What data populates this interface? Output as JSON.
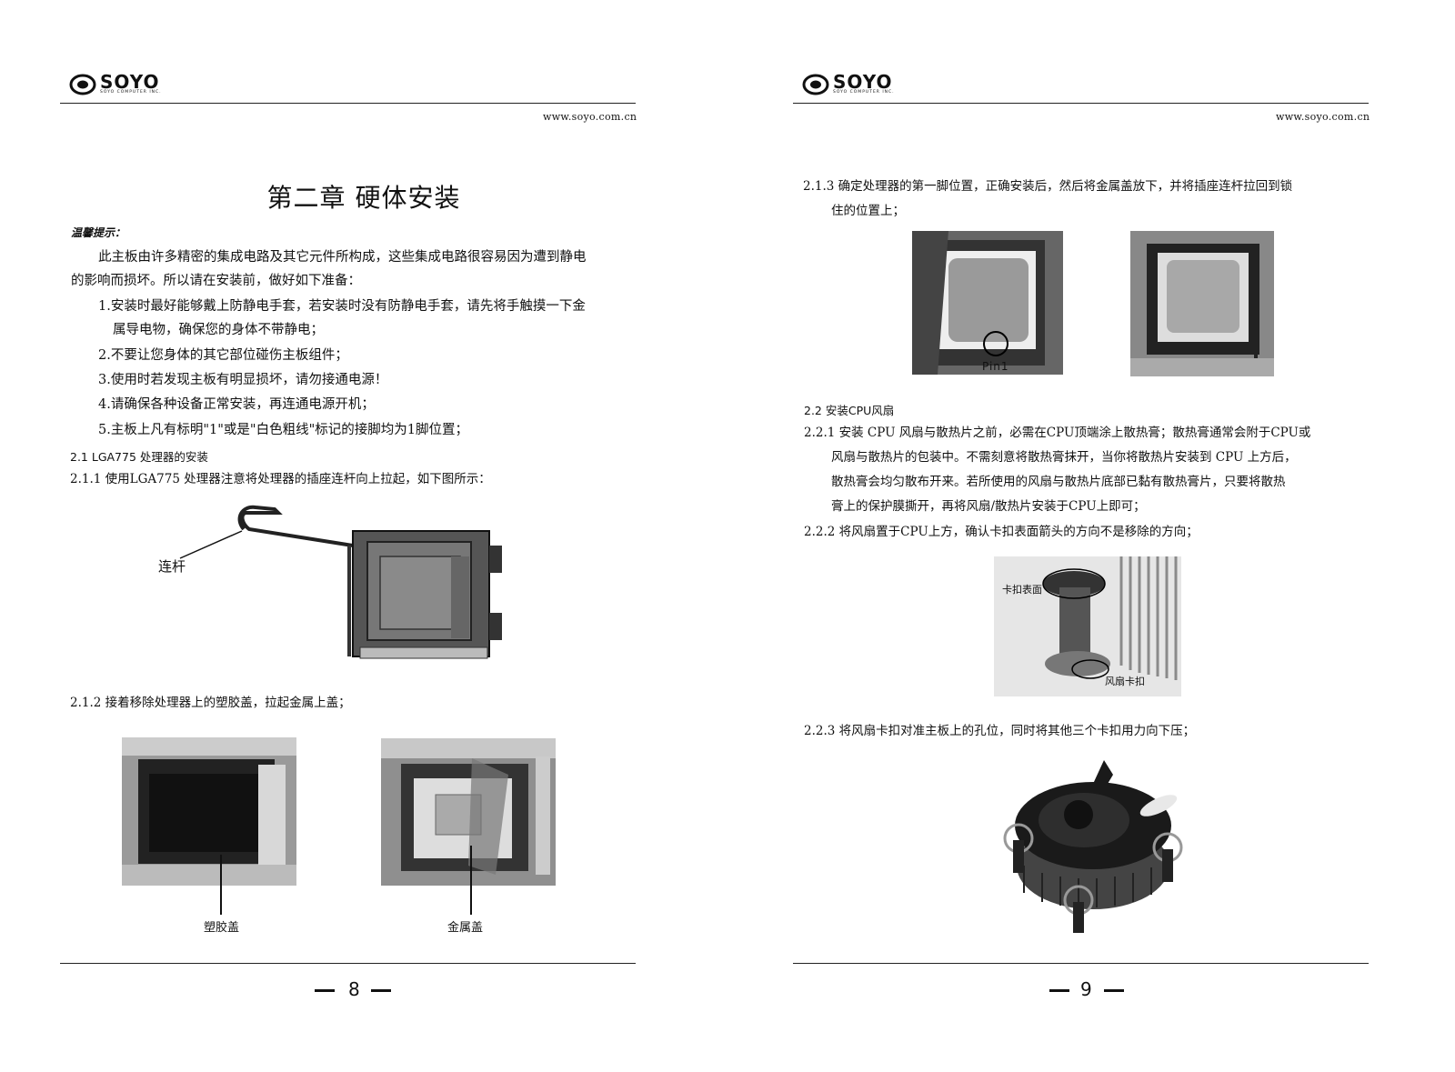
{
  "brand": {
    "name": "SOYO",
    "sub": "SOYO COMPUTER INC."
  },
  "url": "www.soyo.com.cn",
  "left": {
    "chapter_title": "第二章  硬体安装",
    "tip_heading": "温馨提示：",
    "intro_line1": "此主板由许多精密的集成电路及其它元件所构成，这些集成电路很容易因为遭到静电",
    "intro_line2": "的影响而损坏。所以请在安装前，做好如下准备：",
    "items": [
      "1.安装时最好能够戴上防静电手套，若安装时没有防静电手套，请先将手触摸一下金",
      "属导电物，确保您的身体不带静电；",
      "2.不要让您身体的其它部位碰伤主板组件；",
      "3.使用时若发现主板有明显损坏，请勿接通电源！",
      "4.请确保各种设备正常安装，再连通电源开机；",
      "5.主板上凡有标明\"1\"或是\"白色粗线\"标记的接脚均为1脚位置；"
    ],
    "sec_2_1": "2.1 LGA775 处理器的安装",
    "step_2_1_1": "2.1.1 使用LGA775 处理器注意将处理器的插座连杆向上拉起，如下图所示：",
    "lever_label": "连杆",
    "step_2_1_2": "2.1.2 接着移除处理器上的塑胶盖，拉起金属上盖；",
    "plastic_cover_label": "塑胶盖",
    "metal_cover_label": "金属盖",
    "page_number": "8"
  },
  "right": {
    "step_2_1_3_line1": "2.1.3 确定处理器的第一脚位置，正确安装后，然后将金属盖放下，并将插座连杆拉回到锁",
    "step_2_1_3_line2": "住的位置上；",
    "pin1_label": "Pin1",
    "sec_2_2": "2.2 安装CPU风扇",
    "step_2_2_1_lines": [
      "2.2.1 安装 CPU 风扇与散热片之前，必需在CPU顶端涂上散热膏；散热膏通常会附于CPU或",
      "风扇与散热片的包装中。不需刻意将散热膏抹开，当你将散热片安装到 CPU 上方后，",
      "散热膏会均匀散布开来。若所使用的风扇与散热片底部已黏有散热膏片，只要将散热",
      "膏上的保护膜撕开，再将风扇/散热片安装于CPU上即可；"
    ],
    "step_2_2_2": "2.2.2 将风扇置于CPU上方，确认卡扣表面箭头的方向不是移除的方向；",
    "clip_surface_label": "卡扣表面",
    "fan_clip_label": "风扇卡扣",
    "step_2_2_3": "2.2.3 将风扇卡扣对准主板上的孔位，同时将其他三个卡扣用力向下压；",
    "page_number": "9"
  }
}
